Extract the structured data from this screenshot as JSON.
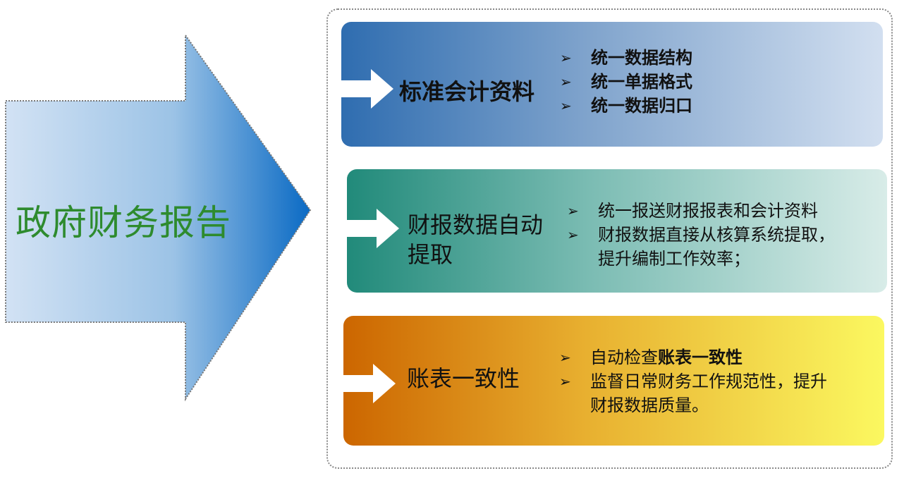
{
  "main_title": "政府财务报告",
  "colors": {
    "title_green": "#2e8b2e",
    "panel1": "#2f6db0",
    "panel2": "#218a7a",
    "panel3": "#cc6600"
  },
  "panels": [
    {
      "title": "标准会计资料",
      "bullets": [
        {
          "text": "统一数据结构"
        },
        {
          "text": "统一单据格式"
        },
        {
          "text": "统一数据归口"
        }
      ]
    },
    {
      "title_line1": "财报数据自动",
      "title_line2": "提取",
      "bullets": [
        {
          "text": "统一报送财报报表和会计资料"
        },
        {
          "text": "财报数据直接从核算系统提取，",
          "cont": "提升编制工作效率；"
        }
      ]
    },
    {
      "title": "账表一致性",
      "bullets": [
        {
          "text": "自动检查",
          "bold": "账表一致性"
        },
        {
          "text": "监督日常财务工作规范性，提升",
          "cont": "财报数据质量。"
        }
      ]
    }
  ],
  "bullet_icon": "arrowhead-bullet-icon"
}
